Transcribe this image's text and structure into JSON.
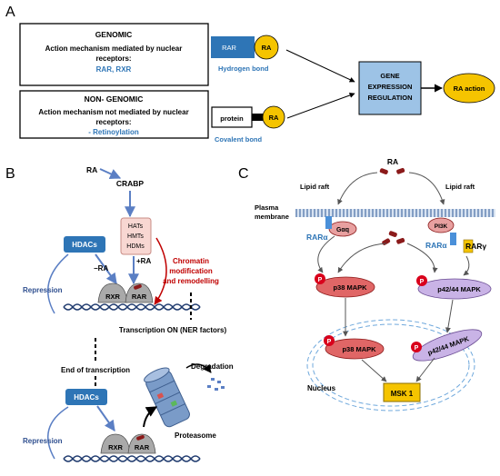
{
  "panel_a": {
    "label": "A",
    "genomic": {
      "title": "GENOMIC",
      "desc_line1": "Action mechanism mediated by nuclear",
      "desc_line2": "receptors:",
      "receptors": "RAR, RXR"
    },
    "rar_label": "RAR",
    "ra_label": "RA",
    "hydrogen_bond": "Hydrogen bond",
    "nongenomic": {
      "title": "NON- GENOMIC",
      "desc_line1": "Action mechanism not mediated by nuclear",
      "desc_line2": "receptors:",
      "retinoylation": "- Retinoylation"
    },
    "protein_label": "protein",
    "ra_label2": "RA",
    "covalent_bond": "Covalent bond",
    "gene_reg_line1": "GENE",
    "gene_reg_line2": "EXPRESSION",
    "gene_reg_line3": "REGULATION",
    "ra_action": "RA action"
  },
  "panel_b": {
    "label": "B",
    "ra": "RA",
    "crabp": "CRABP",
    "hats": "HATs",
    "hmts": "HMTs",
    "hdms": "HDMs",
    "hdacs": "HDACs",
    "minus_ra": "−RA",
    "plus_ra": "+RA",
    "chromatin_line1": "Chromatin",
    "chromatin_line2": "modification",
    "chromatin_line3": "and remodelling",
    "repression": "Repression",
    "rxr": "RXR",
    "rar": "RAR",
    "transcription_on": "Transcription ON (NER factors)",
    "end_transcription": "End of transcription",
    "degradation": "Degradation",
    "hdacs2": "HDACs",
    "repression2": "Repression",
    "proteasome": "Proteasome",
    "rxr2": "RXR",
    "rar2": "RAR"
  },
  "panel_c": {
    "label": "C",
    "ra": "RA",
    "lipid_raft_left": "Lipid raft",
    "lipid_raft_right": "Lipid raft",
    "plasma_line1": "Plasma",
    "plasma_line2": "membrane",
    "gaq": "Gαq",
    "pi3k": "PI3K",
    "rara_left": "RARα",
    "rara_right": "RARα",
    "rarg": "RARγ",
    "p": "P",
    "p38_mapk": "p38 MAPK",
    "p4244_mapk": "p42/44 MAPK",
    "nucleus": "Nucleus",
    "p38_mapk_nuc": "p38 MAPK",
    "p4244_mapk_nuc": "p42/44 MAPK",
    "msk1": "MSK 1"
  },
  "colors": {
    "blue_box": "#2E75B6",
    "ra_yellow": "#F5C400",
    "gene_box": "#9DC3E6",
    "hats_fill": "#F8D7D2",
    "red_text": "#C00000",
    "p38_fill": "#E06666",
    "p4244_fill": "#C9B3E6"
  }
}
